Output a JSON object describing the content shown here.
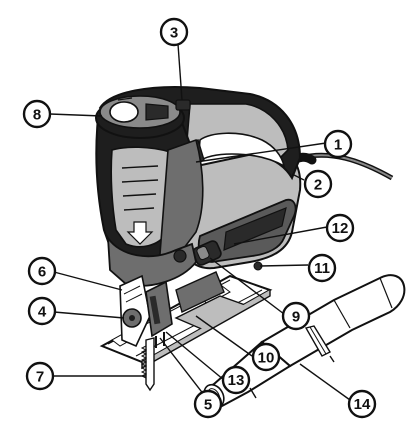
{
  "diagram": {
    "callouts": [
      {
        "id": "1",
        "label": "1"
      },
      {
        "id": "2",
        "label": "2"
      },
      {
        "id": "3",
        "label": "3"
      },
      {
        "id": "4",
        "label": "4"
      },
      {
        "id": "5",
        "label": "5"
      },
      {
        "id": "6",
        "label": "6"
      },
      {
        "id": "7",
        "label": "7"
      },
      {
        "id": "8",
        "label": "8"
      },
      {
        "id": "9",
        "label": "9"
      },
      {
        "id": "10",
        "label": "10"
      },
      {
        "id": "11",
        "label": "11"
      },
      {
        "id": "12",
        "label": "12"
      },
      {
        "id": "13",
        "label": "13"
      },
      {
        "id": "14",
        "label": "14"
      }
    ],
    "colors": {
      "outline": "#111111",
      "dark_body": "#1e1e1e",
      "mid_grey": "#6e6e6e",
      "light_grey": "#bdbdbd",
      "background": "#ffffff"
    },
    "icons": [
      "jigsaw-tool-illustration",
      "dust-extraction-adapter-illustration"
    ]
  }
}
